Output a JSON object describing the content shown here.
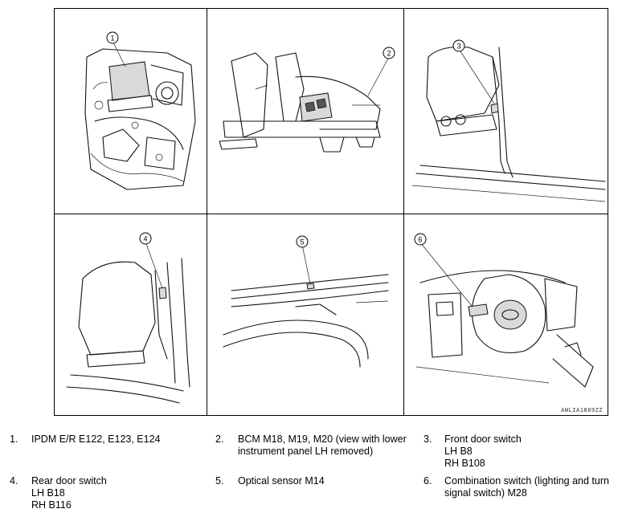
{
  "figure": {
    "code": "AWLIA1889ZZ",
    "callouts": [
      "1",
      "2",
      "3",
      "4",
      "5",
      "6"
    ]
  },
  "legend": [
    {
      "num": "1.",
      "lines": [
        "IPDM E/R E122, E123, E124"
      ]
    },
    {
      "num": "2.",
      "lines": [
        "BCM M18, M19, M20 (view with lower",
        "instrument panel LH removed)"
      ]
    },
    {
      "num": "3.",
      "lines": [
        "Front door switch",
        "LH B8",
        "RH B108"
      ]
    },
    {
      "num": "4.",
      "lines": [
        "Rear door switch",
        "LH B18",
        "RH B116"
      ]
    },
    {
      "num": "5.",
      "lines": [
        "Optical sensor M14"
      ]
    },
    {
      "num": "6.",
      "lines": [
        "Combination switch (lighting and turn",
        "signal switch) M28"
      ]
    }
  ]
}
